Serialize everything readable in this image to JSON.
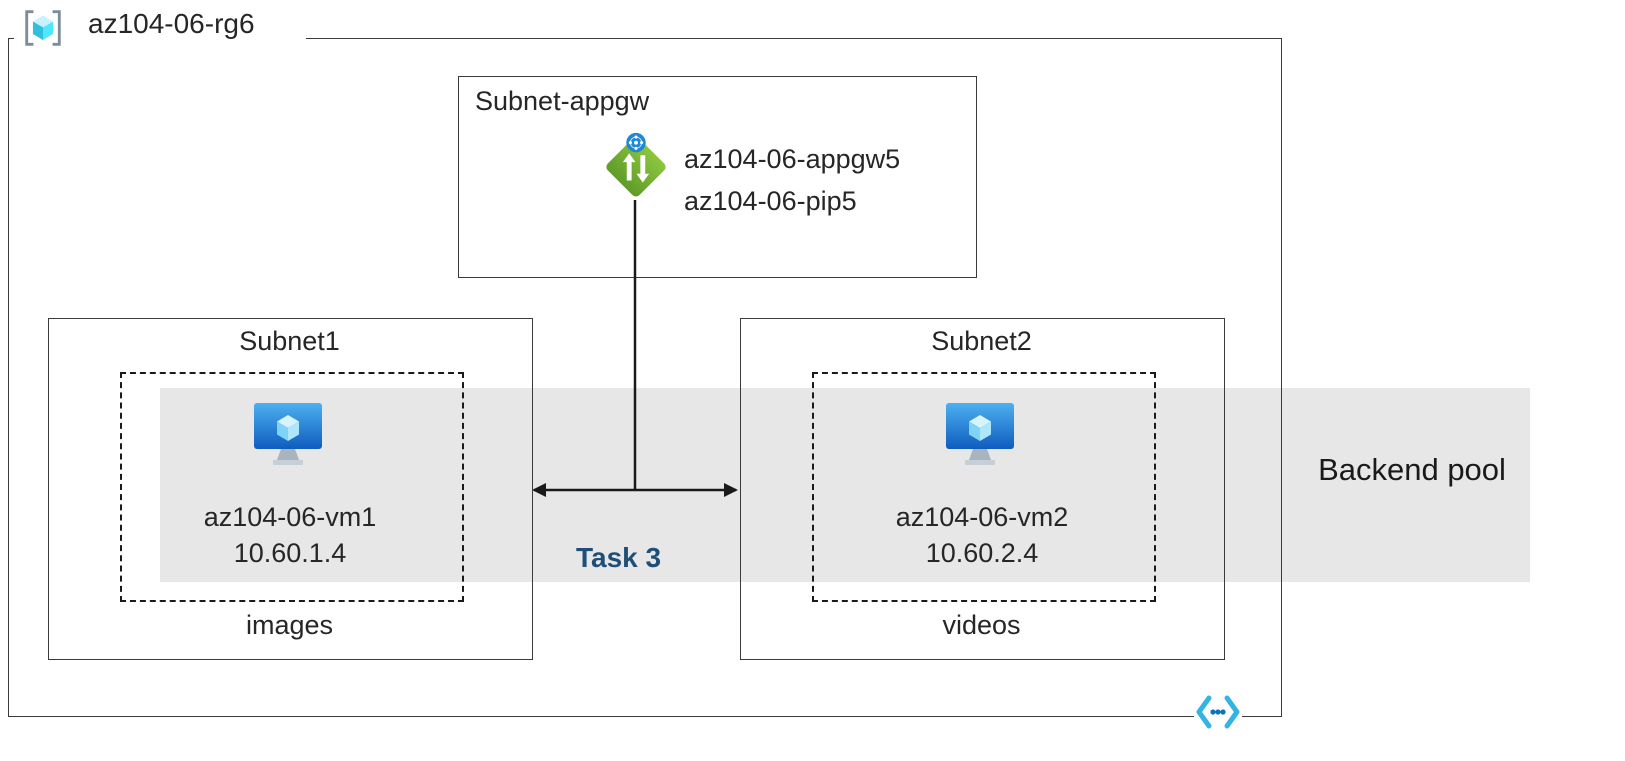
{
  "resource_group": {
    "label": "az104-06-rg6"
  },
  "appgw": {
    "subnet_label": "Subnet-appgw",
    "gateway_name": "az104-06-appgw5",
    "public_ip_name": "az104-06-pip5"
  },
  "subnet1": {
    "label": "Subnet1",
    "vm_name": "az104-06-vm1",
    "vm_ip": "10.60.1.4",
    "folder_label": "images"
  },
  "subnet2": {
    "label": "Subnet2",
    "vm_name": "az104-06-vm2",
    "vm_ip": "10.60.2.4",
    "folder_label": "videos"
  },
  "backend_pool": {
    "label": "Backend pool"
  },
  "task": {
    "label": "Task 3"
  },
  "icons": {
    "resource_group": "resource-group-icon",
    "application_gateway": "application-gateway-icon",
    "virtual_machine": "virtual-machine-icon",
    "virtual_network": "virtual-network-icon"
  },
  "colors": {
    "band_gray": "#e7e7e7",
    "task_blue": "#1f4e79",
    "border_dark": "#3a3a3a",
    "appgw_green": "#7fba00",
    "vm_blue": "#1b7fd4"
  }
}
